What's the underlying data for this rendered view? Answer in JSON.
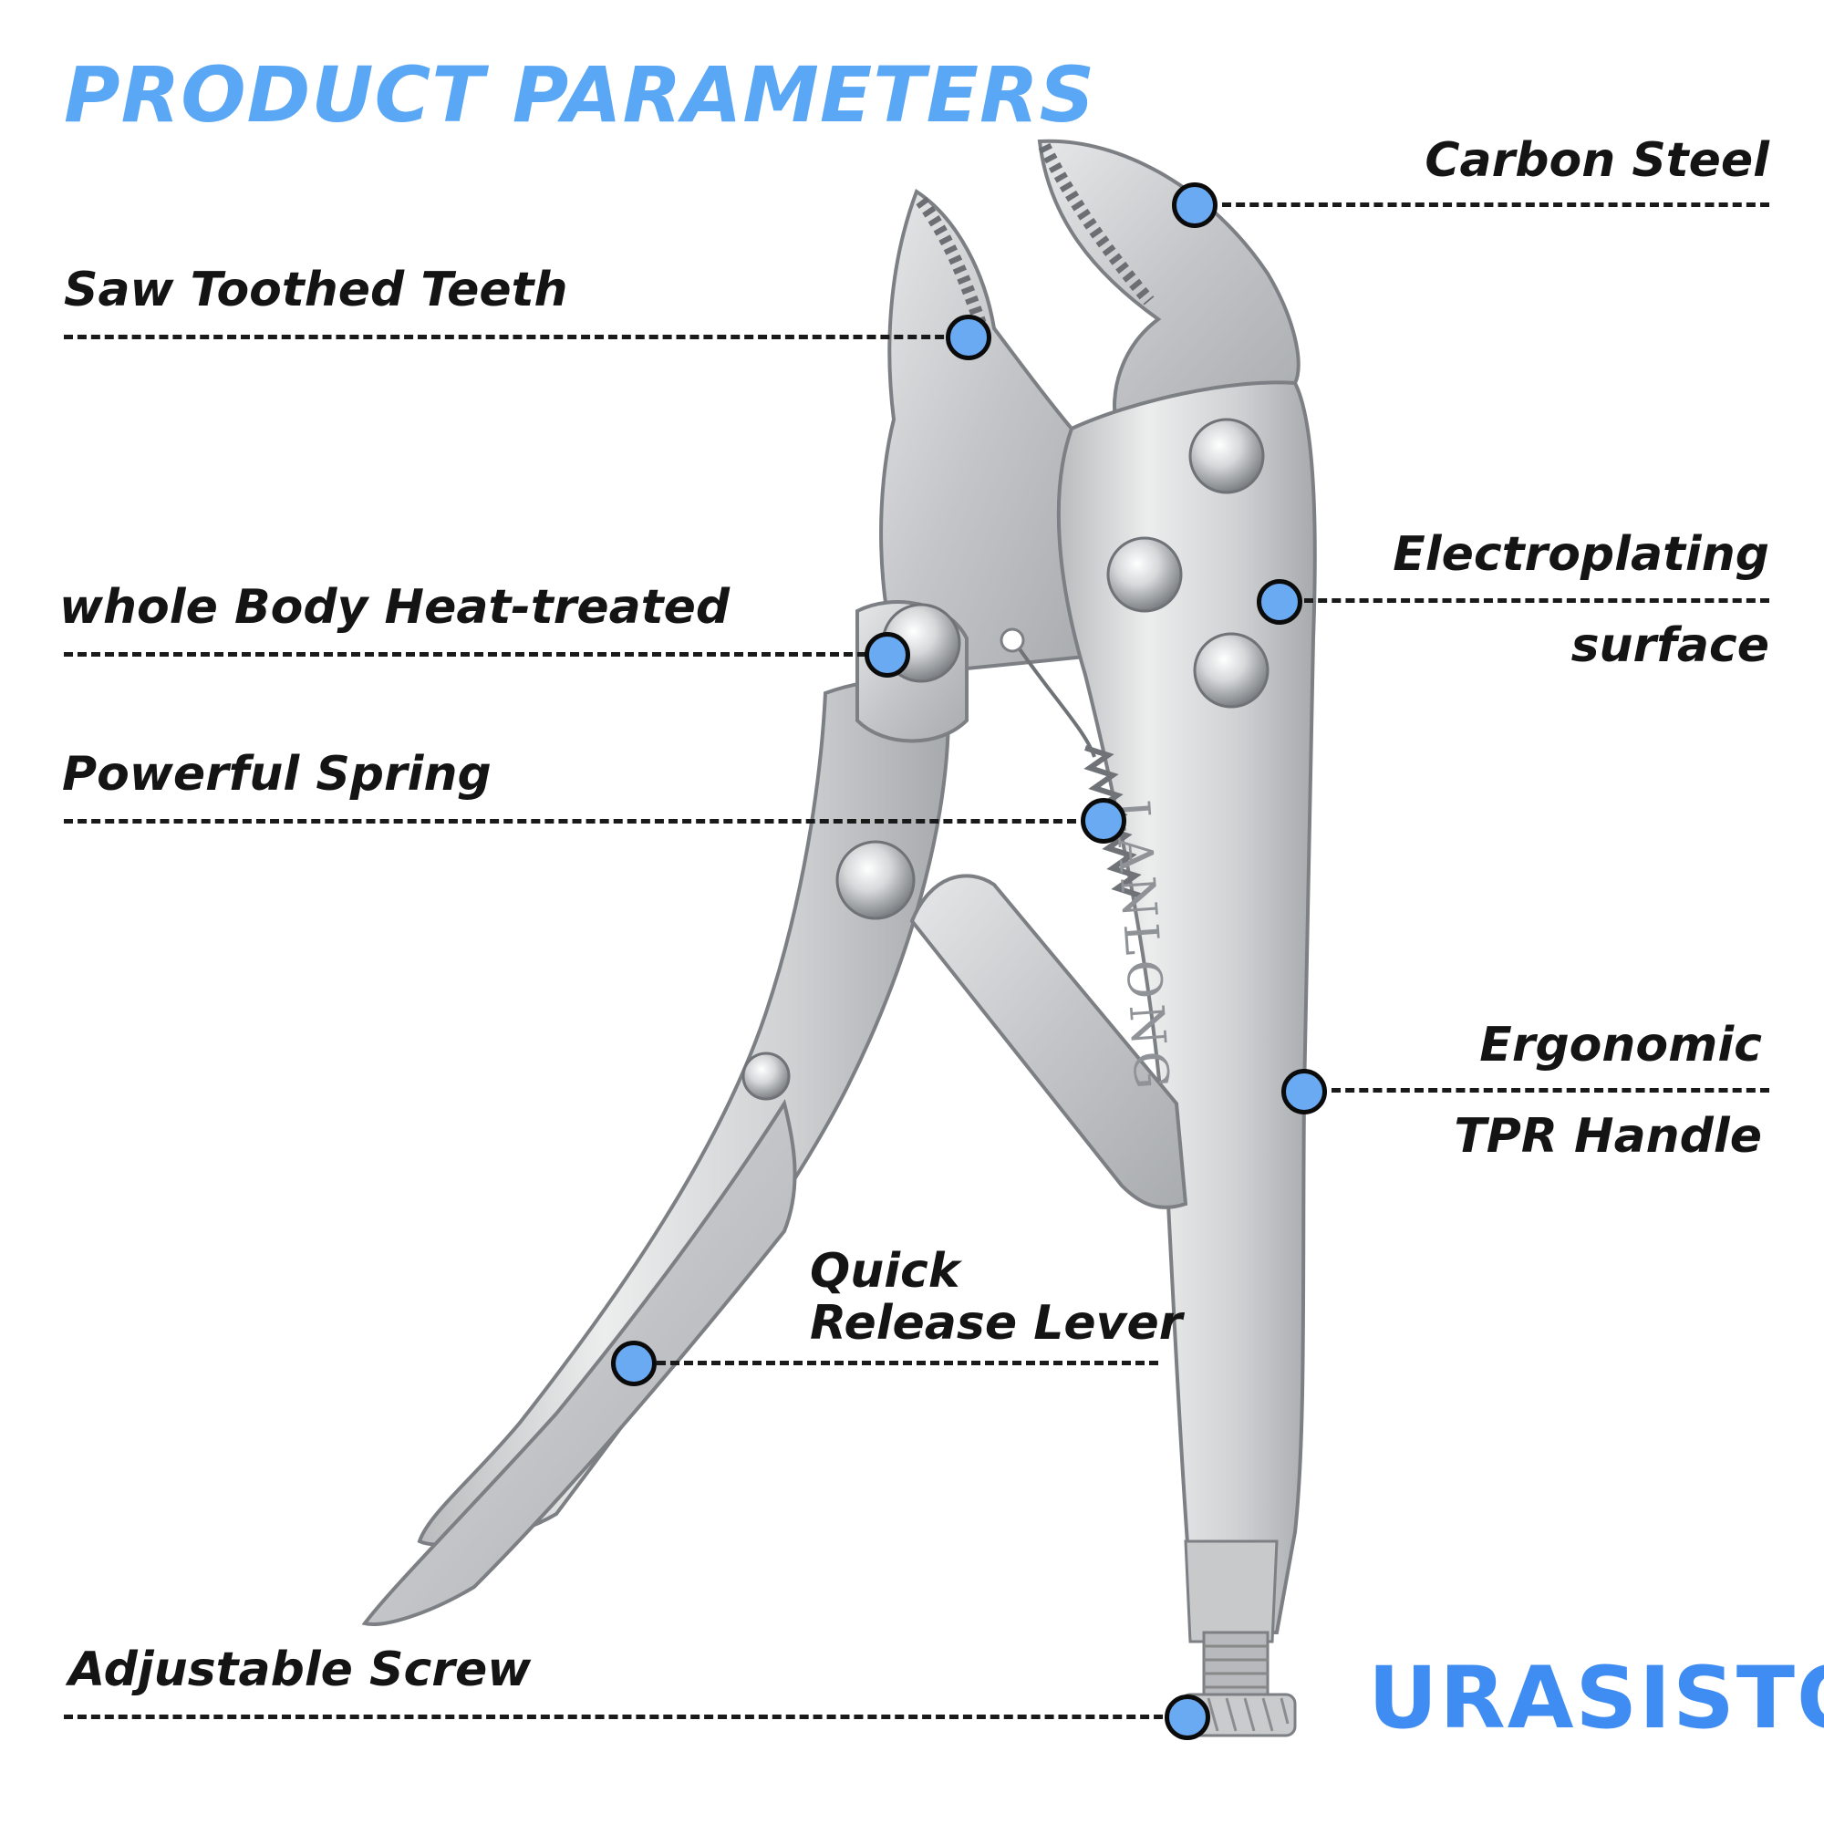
{
  "title": "PRODUCT PARAMETERS",
  "colors": {
    "accent": "#5aa7f5",
    "dot_fill": "#6aaaf2",
    "dot_border": "#0b0b0b",
    "logo": "#3f8cf2",
    "label_text": "#141414"
  },
  "labels": {
    "carbon_steel": "Carbon Steel",
    "saw_teeth": "Saw Toothed Teeth",
    "electroplating_line1": "Electroplating",
    "electroplating_line2": "surface",
    "heat_treated": "whole Body Heat-treated",
    "spring": "Powerful Spring",
    "ergonomic_line1": "Ergonomic",
    "ergonomic_line2": "TPR Handle",
    "quick_release_line1": "Quick",
    "quick_release_line2": "Release Lever",
    "adjustable_screw": "Adjustable Screw"
  },
  "tool": {
    "type": "locking-pliers-icon",
    "engraving": "LANLONG"
  },
  "logo": "URASISTO"
}
